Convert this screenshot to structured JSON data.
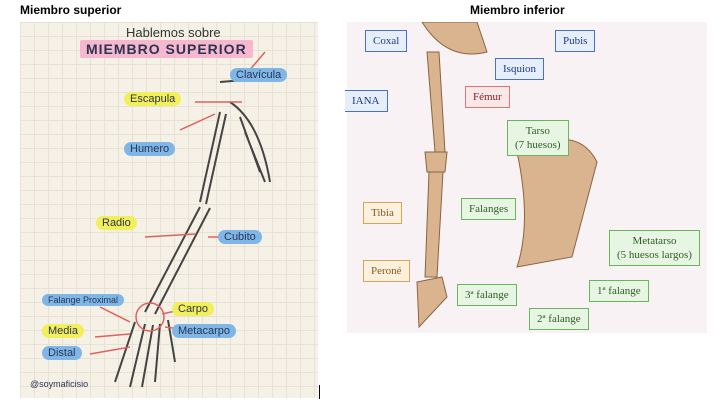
{
  "captions": {
    "left": "Miembro superior",
    "right": "Miembro inferior"
  },
  "upper": {
    "title1": "Hablemos sobre",
    "title2": "MIEMBRO SUPERIOR",
    "labels": {
      "clavicula": "Clavícula",
      "escapula": "Escapula",
      "humero": "Humero",
      "radio": "Radio",
      "cubito": "Cubito",
      "falange_proximal": "Falange Proximal",
      "carpo": "Carpo",
      "media": "Media",
      "metacarpo": "Metacarpo",
      "distal": "Distal"
    },
    "credit": "@soymaficisio"
  },
  "lower": {
    "labels": {
      "coxal": "Coxal",
      "pubis": "Pubis",
      "isquion": "Isquion",
      "iana": "IANA",
      "femur": "Fémur",
      "tarso": "Tarso\n(7 huesos)",
      "tibia": "Tibia",
      "falanges": "Falanges",
      "metatarso": "Metatarso\n(5 huesos largos)",
      "perone": "Peroné",
      "falange3": "3ª falange",
      "falange1": "1ª falange",
      "falange2": "2ª falange"
    }
  }
}
